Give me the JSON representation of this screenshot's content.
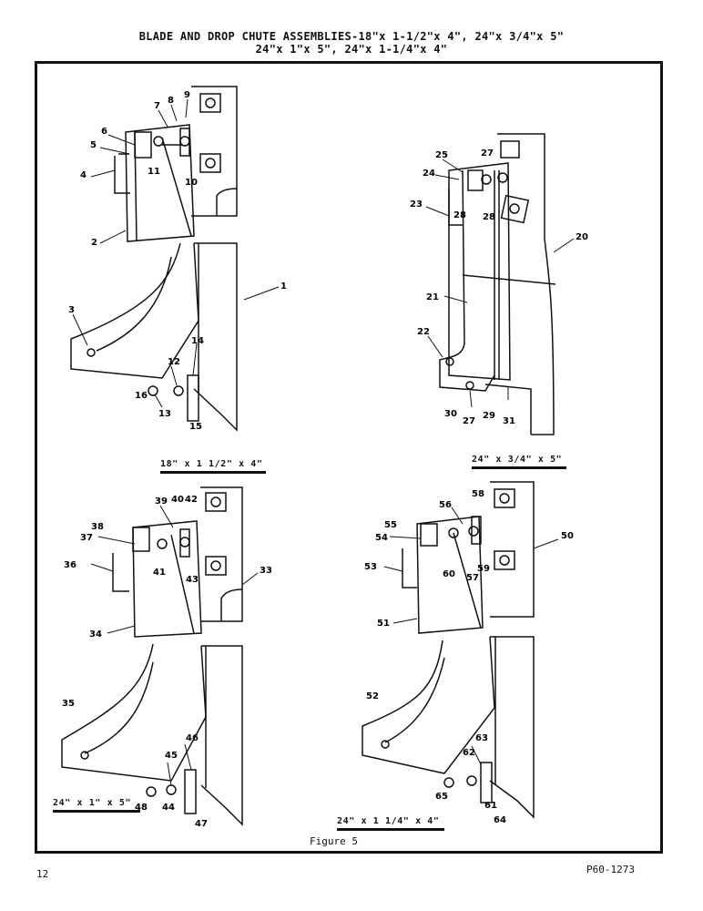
{
  "title_line1": "BLADE AND DROP CHUTE ASSEMBLIES-18\"x 1-1/2\"x 4\", 24\"x 3/4\"x 5\"",
  "title_line2": "24\"x 1\"x 5\", 24\"x 1-1/4\"x 4\"",
  "captions": {
    "a": "18\" x 1 1/2\" x 4\"",
    "b": "24\" x 3/4\" x 5\"",
    "c": "24\" x 1\" x 5\"",
    "d": "24\" x 1 1/4\" x 4\""
  },
  "figure_label": "Figure 5",
  "page_number": "12",
  "doc_id": "P60-1273",
  "callouts": {
    "a": [
      "9",
      "8",
      "7",
      "6",
      "5",
      "4",
      "11",
      "10",
      "2",
      "1",
      "3",
      "14",
      "12",
      "16",
      "13",
      "15"
    ],
    "b": [
      "27",
      "25",
      "24",
      "23",
      "28",
      "28",
      "20",
      "21",
      "22",
      "30",
      "27",
      "29",
      "31"
    ],
    "c": [
      "39",
      "40",
      "42",
      "38",
      "37",
      "36",
      "41",
      "43",
      "33",
      "34",
      "35",
      "46",
      "45",
      "48",
      "44",
      "47"
    ],
    "d": [
      "58",
      "56",
      "55",
      "54",
      "53",
      "60",
      "57",
      "59",
      "50",
      "51",
      "52",
      "63",
      "62",
      "65",
      "61",
      "64"
    ]
  }
}
